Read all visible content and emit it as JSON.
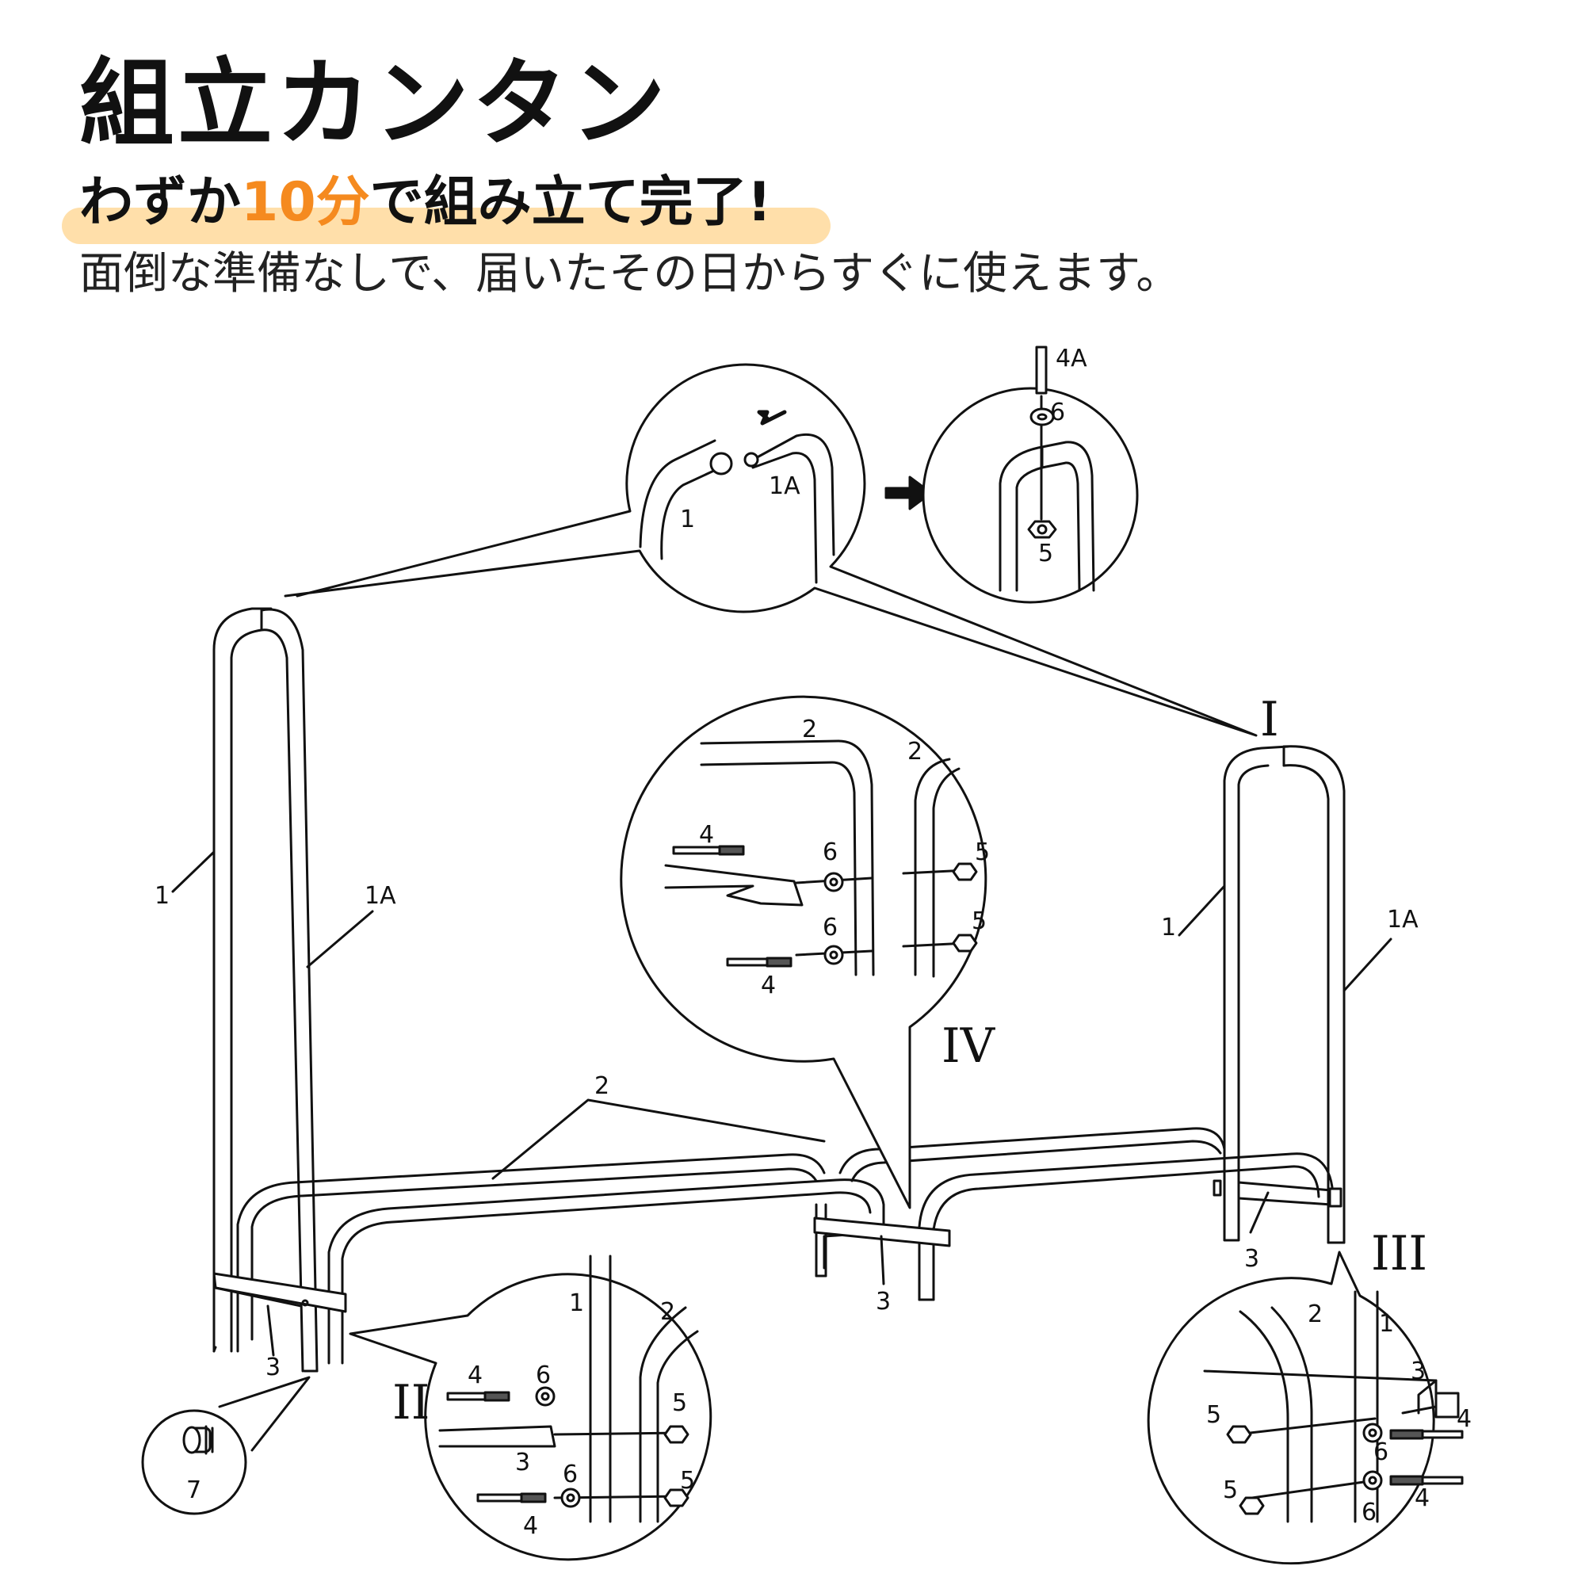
{
  "header": {
    "title": "組立カンタン",
    "subtitle_pre": "わずか",
    "subtitle_accent": "10分",
    "subtitle_post": "で組み立て完了!",
    "description": "面倒な準備なしで、届いたその日からすぐに使えます。"
  },
  "colors": {
    "accent": "#f58a1f",
    "highlight": "#ffd99b",
    "ink": "#111111"
  },
  "labels": {
    "part_1": "1",
    "part_1a": "1A",
    "part_2": "2",
    "part_3": "3",
    "part_4": "4",
    "part_4a": "4A",
    "part_5": "5",
    "part_6": "6",
    "part_7": "7",
    "step_1": "I",
    "step_2": "II",
    "step_3": "III",
    "step_4": "IV"
  }
}
